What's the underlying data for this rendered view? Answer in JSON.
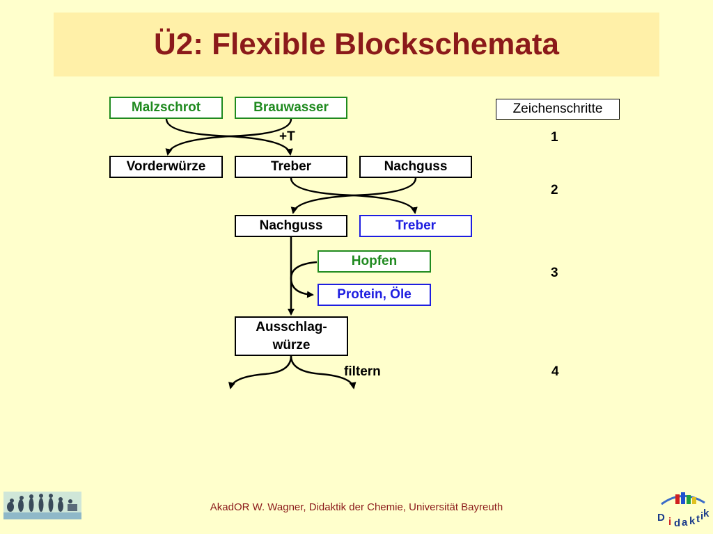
{
  "title": "Ü2: Flexible Blockschemata",
  "steps_header": "Zeichenschritte",
  "boxes": {
    "malzschrot": "Malzschrot",
    "brauwasser": "Brauwasser",
    "vorderwuerze": "Vorderwürze",
    "treber1": "Treber",
    "nachguss1": "Nachguss",
    "nachguss2": "Nachguss",
    "treber2": "Treber",
    "hopfen": "Hopfen",
    "protein": "Protein, Öle",
    "ausschlag_line1": "Ausschlag-",
    "ausschlag_line2": "würze"
  },
  "labels": {
    "heat": "+T",
    "filter": "filtern"
  },
  "step_numbers": [
    "1",
    "2",
    "3",
    "4"
  ],
  "footer": "AkadOR W. Wagner, Didaktik der Chemie, Universität Bayreuth",
  "logo_text": "Didaktik",
  "colors": {
    "title": "#8B1A1A",
    "green": "#1F8A1F",
    "blue": "#1E1EE0",
    "background": "#FFFFCC"
  }
}
